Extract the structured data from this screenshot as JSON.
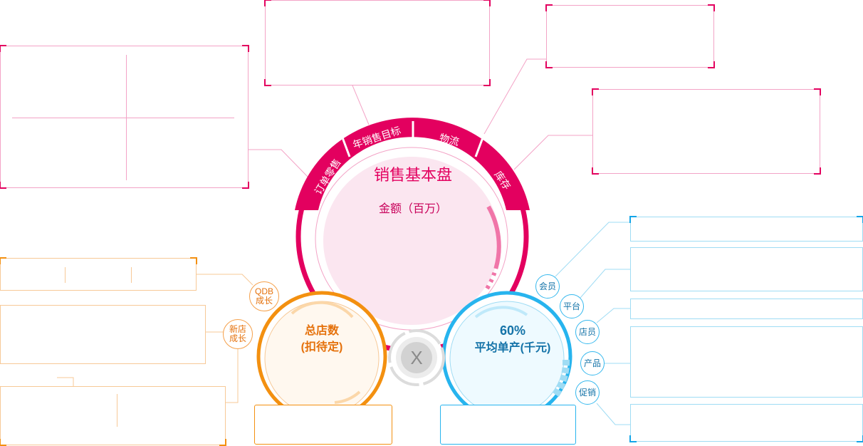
{
  "main_circle": {
    "title": "销售基本盘",
    "subtitle": "金额（百万）",
    "tabs": [
      "订单零售",
      "年销售目标",
      "物流",
      "库存"
    ]
  },
  "left_circle": {
    "line1": "总店数",
    "line2": "(扣待定)"
  },
  "right_circle": {
    "line1": "60%",
    "line2": "平均单产(千元)"
  },
  "center_button": {
    "label": "X"
  },
  "left_tags": [
    {
      "line1": "QDB",
      "line2": "成长"
    },
    {
      "line1": "新店",
      "line2": "成长"
    }
  ],
  "right_tags": [
    "会员",
    "平台",
    "店员",
    "产品",
    "促销"
  ],
  "colors": {
    "pink": "#e3005f",
    "blue": "#12a5e8",
    "orange": "#f39010",
    "gray": "#c8c8c8"
  }
}
